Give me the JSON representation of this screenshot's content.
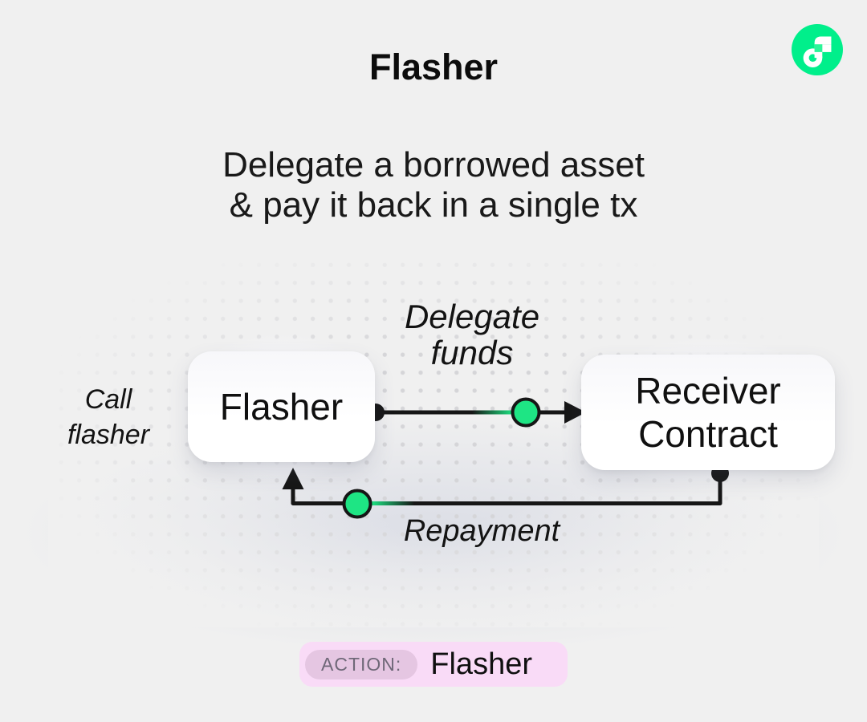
{
  "page": {
    "background": "#f0f0f0"
  },
  "header": {
    "title": "Flasher"
  },
  "subtitle": {
    "line1": "Delegate a borrowed asset",
    "line2": "& pay it back in a single tx"
  },
  "logo": {
    "icon": "flow-logo",
    "circle_color": "#00EF8B",
    "glyph_color": "#ffffff",
    "inner_square_color": "#2BF598"
  },
  "diagram": {
    "nodes": [
      {
        "id": "flasher",
        "label": "Flasher"
      },
      {
        "id": "receiver",
        "label_line1": "Receiver",
        "label_line2": "Contract"
      }
    ],
    "edges": [
      {
        "id": "delegate",
        "from": "flasher",
        "to": "receiver",
        "label_line1": "Delegate",
        "label_line2": "funds"
      },
      {
        "id": "repayment",
        "from": "receiver",
        "to": "flasher",
        "label": "Repayment"
      }
    ],
    "side_label": {
      "line1": "Call",
      "line2": "flasher"
    },
    "accent_green": "#1EE584",
    "line_color": "#161616"
  },
  "footer_badge": {
    "prefix": "ACTION:",
    "value": "Flasher",
    "bg": "#F9DBF7",
    "pill_bg": "#E5C6E2",
    "prefix_color": "#6F6878"
  }
}
